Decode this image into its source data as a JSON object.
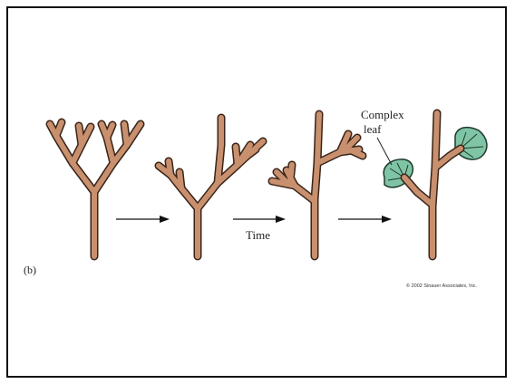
{
  "figure": {
    "panel_label": "(b)",
    "time_label": "Time",
    "complex_leaf_label_line1": "Complex",
    "complex_leaf_label_line2": "leaf",
    "copyright": "© 2002 Sinauer Associates, Inc."
  },
  "colors": {
    "stem": "#c8906e",
    "stem_outline": "#3a2418",
    "leaf_web": "#7fc4a4",
    "leaf_outline": "#1e3a2c",
    "arrow": "#111111",
    "frame": "#111111"
  },
  "icons": {
    "stage_1": "dichotomous-branch-icon",
    "stage_2": "overtopping-branch-icon",
    "stage_3": "planation-branch-icon",
    "stage_4": "webbed-branch-icon",
    "arrow": "right-arrow-icon"
  }
}
